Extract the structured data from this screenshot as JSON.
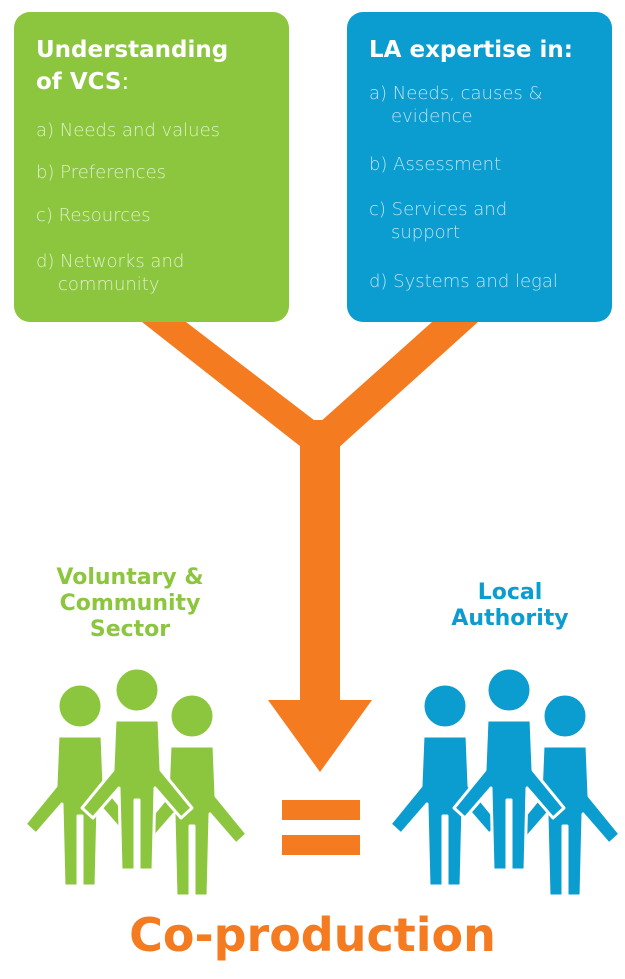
{
  "vcs_box": {
    "title_line1": "Understanding",
    "title_line2": "of VCS",
    "title_colon": ":",
    "items": [
      {
        "line1": "a)  Needs and values",
        "line2": ""
      },
      {
        "line1": "b)  Preferences",
        "line2": ""
      },
      {
        "line1": "c)  Resources",
        "line2": ""
      },
      {
        "line1": "d)  Networks and",
        "line2": "community"
      }
    ]
  },
  "la_box": {
    "title": "LA expertise in:",
    "items": [
      {
        "line1": "a)  Needs, causes &",
        "line2": "evidence"
      },
      {
        "line1": "b)  Assessment",
        "line2": ""
      },
      {
        "line1": "c)  Services and",
        "line2": "support"
      },
      {
        "line1": "d)  Systems and legal",
        "line2": ""
      }
    ]
  },
  "vcs_label": {
    "line1": "Voluntary &",
    "line2": "Community",
    "line3": "Sector"
  },
  "la_label": {
    "line1": "Local",
    "line2": "Authority"
  },
  "result": "Co-production",
  "colors": {
    "green": "#8cc63f",
    "blue": "#0b9cd0",
    "orange": "#f47b20"
  },
  "icons": {
    "vcs_group": "three-people-icon",
    "la_group": "three-people-icon",
    "equals": "equals-sign-icon",
    "arrow": "merge-arrow-icon"
  }
}
